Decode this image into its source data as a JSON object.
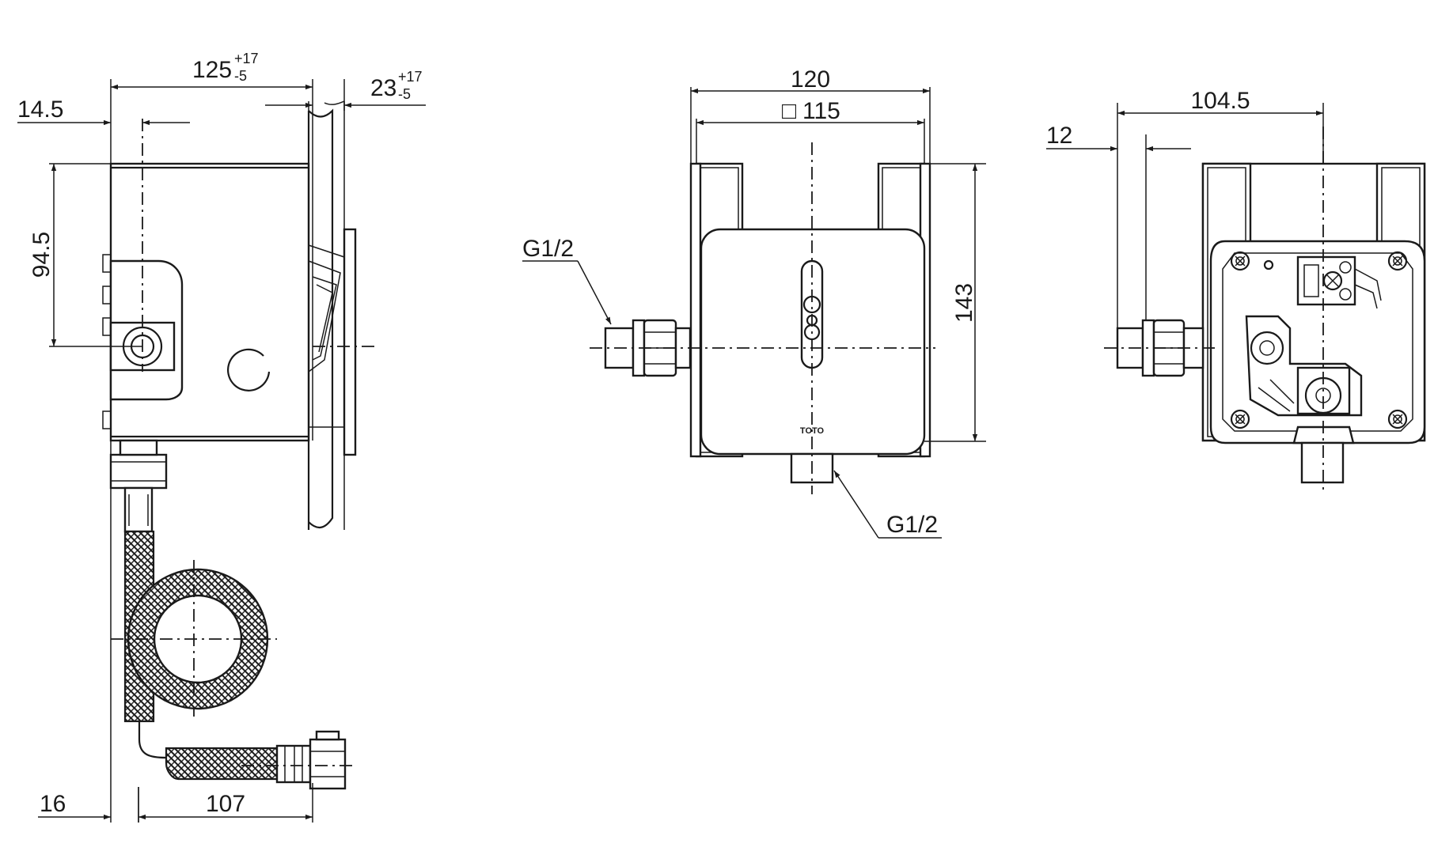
{
  "side_view": {
    "overall_depth": "125",
    "overall_depth_tol_upper": "+17",
    "overall_depth_tol_lower": "-5",
    "wall_offset": "23",
    "wall_offset_tol_upper": "+17",
    "wall_offset_tol_lower": "-5",
    "inlet_offset": "14.5",
    "inlet_height": "94.5",
    "hose_offset": "16",
    "hose_length": "107"
  },
  "front_view": {
    "width": "120",
    "square_symbol": "□",
    "square_size": "115",
    "height": "143",
    "side_thread": "G1/2",
    "bottom_thread": "G1/2",
    "brand_mark": "TOTO"
  },
  "rear_view": {
    "inlet_span": "104.5",
    "inlet_offset": "12"
  }
}
